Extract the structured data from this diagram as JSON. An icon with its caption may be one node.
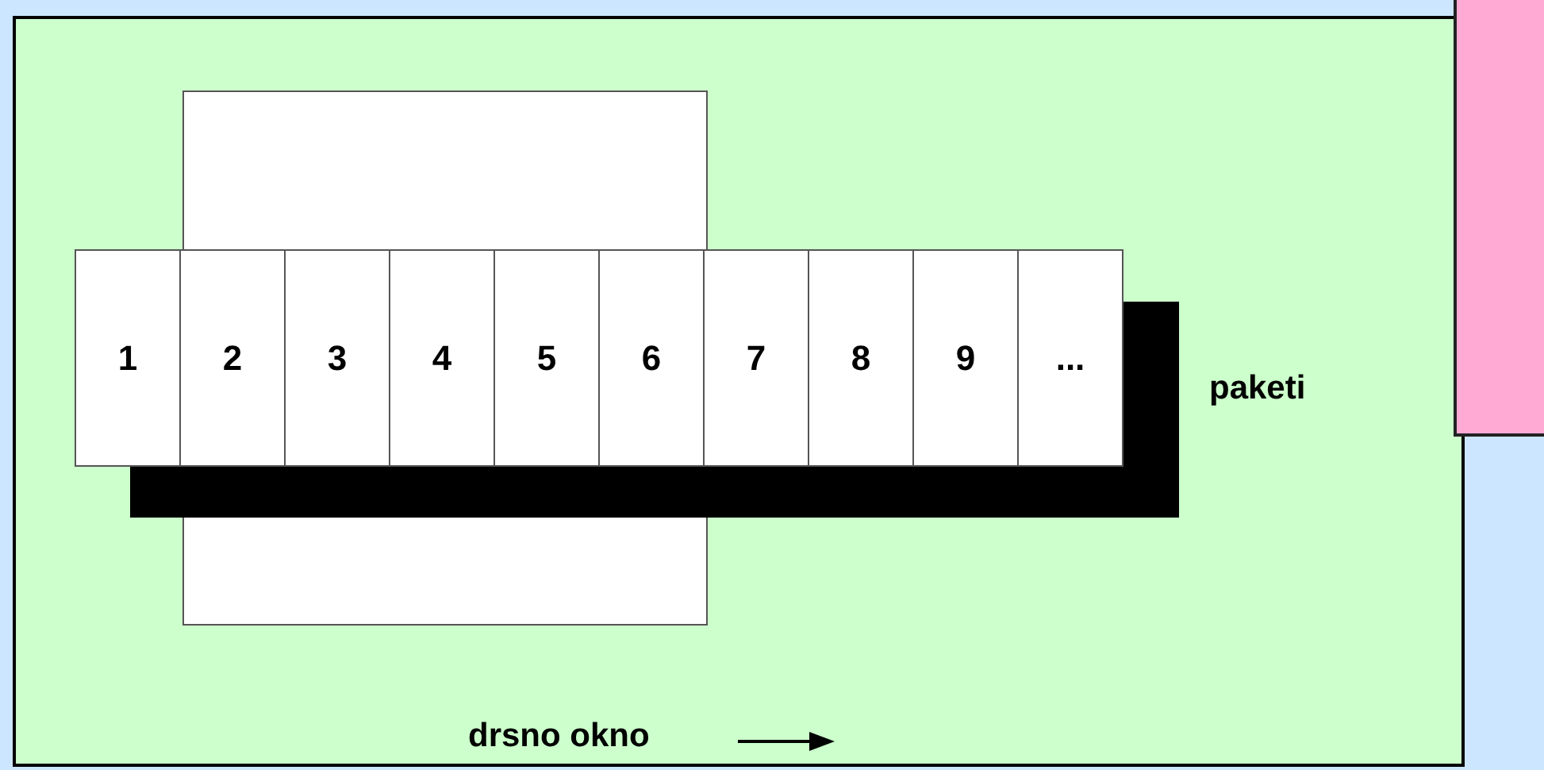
{
  "diagram": {
    "nodes": [
      {
        "text": [
          "1"
        ]
      },
      {
        "text": [
          "2"
        ]
      },
      {
        "text": [
          "3"
        ]
      },
      {
        "text": [
          "4"
        ]
      },
      {
        "text": [
          "5"
        ]
      },
      {
        "text": [
          "6"
        ]
      },
      {
        "text": [
          "7"
        ]
      },
      {
        "text": [
          "8"
        ]
      },
      {
        "text": [
          "9"
        ]
      },
      {
        "text": [
          "..."
        ]
      }
    ],
    "labels": [
      "paketi",
      "drsno okno"
    ]
  }
}
